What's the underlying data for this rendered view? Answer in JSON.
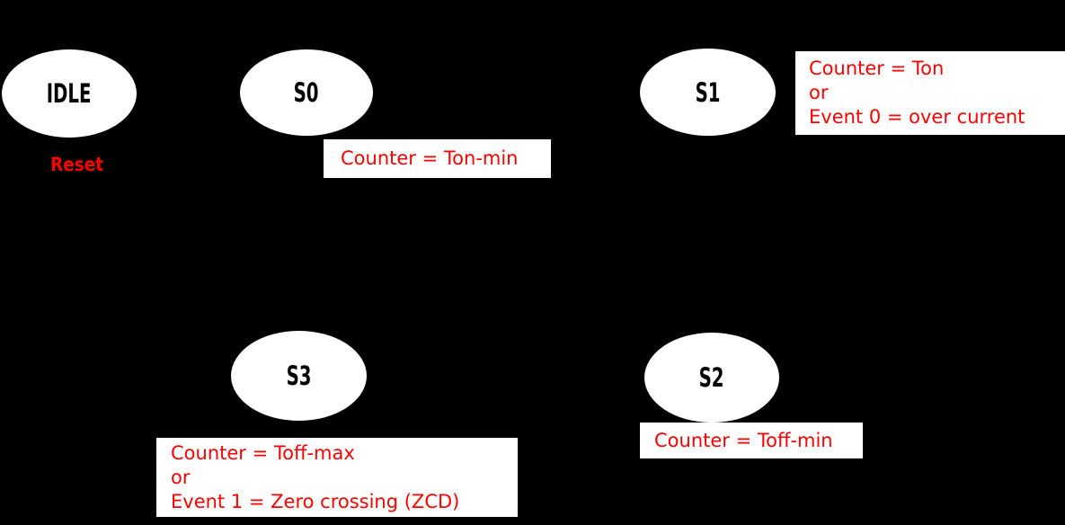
{
  "diagram": {
    "type": "state-machine",
    "colors": {
      "background": "#000000",
      "state_fill": "#ffffff",
      "state_text": "#000000",
      "condition_box_fill": "#ffffff",
      "condition_text": "#ff0000",
      "reset_text": "#ff0000"
    },
    "states": [
      {
        "id": "idle",
        "label": "IDLE"
      },
      {
        "id": "s0",
        "label": "S0"
      },
      {
        "id": "s1",
        "label": "S1"
      },
      {
        "id": "s3",
        "label": "S3"
      },
      {
        "id": "s2",
        "label": "S2"
      }
    ],
    "reset_label": "Reset",
    "conditions": {
      "s0_exit": {
        "lines": [
          "Counter = Ton-min"
        ]
      },
      "s1_exit": {
        "lines": [
          "Counter = Ton",
          "or",
          "Event 0 = over current"
        ]
      },
      "s3_exit": {
        "lines": [
          "Counter = Toff-max",
          "or",
          "Event 1 = Zero crossing (ZCD)"
        ]
      },
      "s2_exit": {
        "lines": [
          "Counter = Toff-min"
        ]
      }
    }
  }
}
